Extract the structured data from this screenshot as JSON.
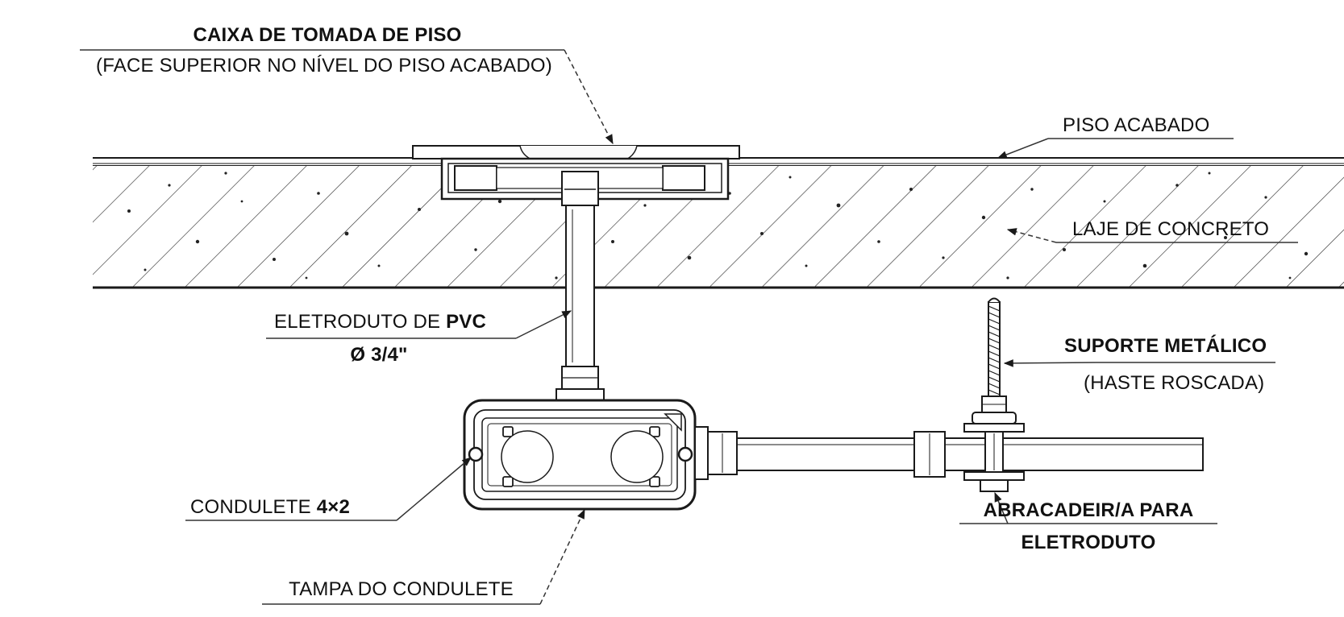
{
  "labels": {
    "caixa_title": "CAIXA DE TOMADA DE PISO",
    "caixa_sub": "(FACE SUPERIOR NO NÍVEL DO PISO ACABADO)",
    "piso": "PISO ACABADO",
    "laje": "LAJE DE CONCRETO",
    "eletroduto_pre": "ELETRODUTO DE ",
    "eletroduto_bold": "PVC",
    "eletroduto_dim": "Ø 3/4\"",
    "suporte_title": "SUPORTE METÁLICO",
    "suporte_sub": "(HASTE ROSCADA)",
    "condulete_pre": "CONDULETE ",
    "condulete_bold": "4×2",
    "abracadeira_1": "ABRACADEIR/A PARA",
    "abracadeira_2": "ELETRODUTO",
    "tampa": "TAMPA DO CONDULETE"
  },
  "colors": {
    "line": "#1a1a1a",
    "leader": "#333333",
    "background": "#ffffff"
  }
}
